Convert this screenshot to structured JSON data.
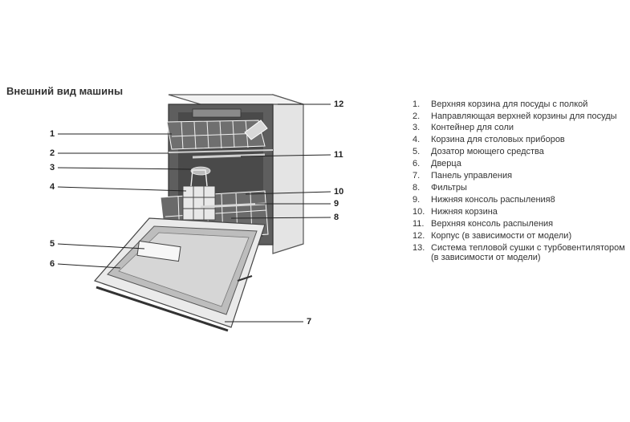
{
  "title": "Внешний вид машины",
  "callouts": [
    "1",
    "2",
    "3",
    "4",
    "5",
    "6",
    "7",
    "8",
    "9",
    "10",
    "11",
    "12"
  ],
  "legend": [
    {
      "num": "1.",
      "text": "Верхняя корзина для посуды с полкой"
    },
    {
      "num": "2.",
      "text": "Направляющая верхней корзины для посуды"
    },
    {
      "num": "3.",
      "text": "Контейнер для соли"
    },
    {
      "num": "4.",
      "text": "Корзина для столовых приборов"
    },
    {
      "num": "5.",
      "text": "Дозатор моющего средства"
    },
    {
      "num": "6.",
      "text": "Дверца"
    },
    {
      "num": "7.",
      "text": "Панель управления"
    },
    {
      "num": "8.",
      "text": "Фильтры"
    },
    {
      "num": "9.",
      "text": "Нижняя консоль распыления8"
    },
    {
      "num": "10.",
      "text": "Нижняя корзина"
    },
    {
      "num": "11.",
      "text": "Верхняя консоль распыления"
    },
    {
      "num": "12.",
      "text": "Корпус (в зависимости от модели)"
    },
    {
      "num": "13.",
      "text": "Система тепловой сушки с турбовентилятором (в зависимости от модели)"
    }
  ]
}
